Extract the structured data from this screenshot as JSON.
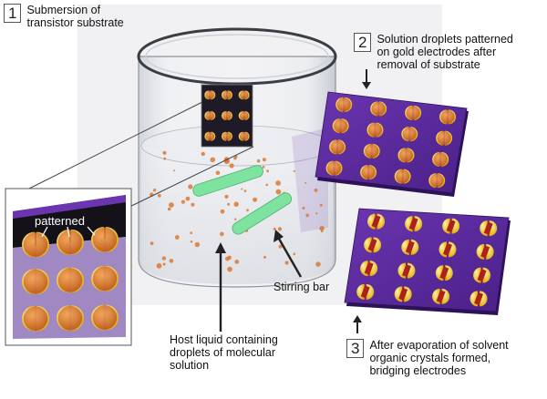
{
  "steps": [
    {
      "number": "1",
      "text": "Submersion of\ntransistor substrate"
    },
    {
      "number": "2",
      "text": "Solution droplets patterned\non gold electrodes after\nremoval of substrate"
    },
    {
      "number": "3",
      "text": "After evaporation of solvent\norganic crystals formed,\nbridging electrodes"
    }
  ],
  "labels": {
    "stirring_bar": "Stirring bar",
    "host_liquid": "Host liquid containing\ndroplets of molecular\nsolution",
    "patterned": "patterned"
  },
  "colors": {
    "substrate": "#5a2a9a",
    "substrate_dark": "#3d1870",
    "electrode_gold": "#f0c419",
    "droplet_orange": "#d9722a",
    "crystal_red": "#b0201a",
    "stir_bar": "#7fe3a0",
    "beaker_glass": "#c8ccd4"
  },
  "icons": {
    "down_arrow": "down-arrow-icon",
    "up_arrow": "up-arrow-icon"
  }
}
